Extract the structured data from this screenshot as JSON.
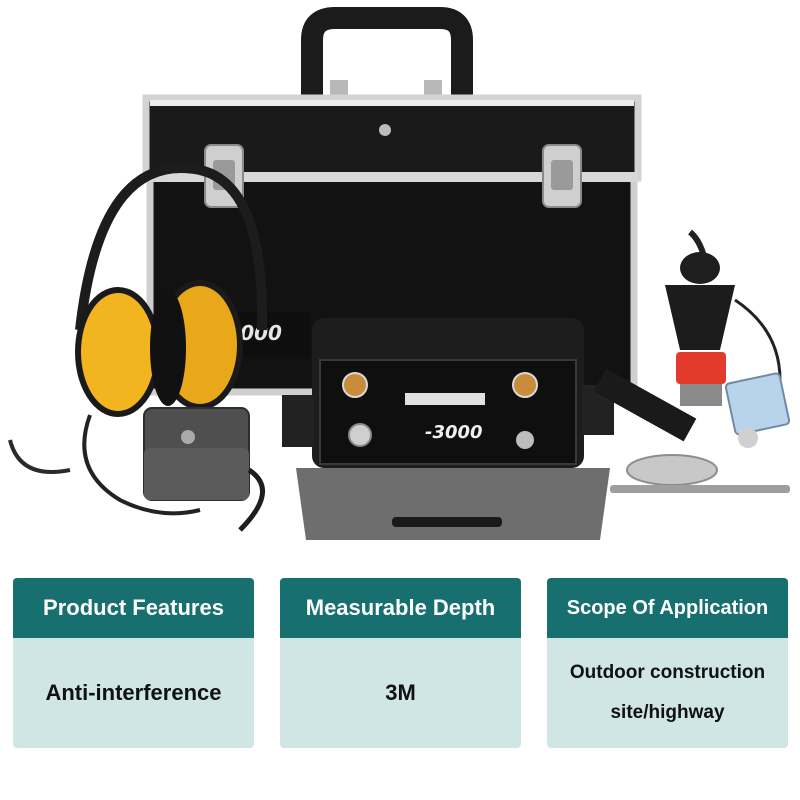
{
  "product": {
    "model_label": "-3000",
    "panel_model_label": "-3000"
  },
  "cards": [
    {
      "header": "Product Features",
      "body": "Anti-interference"
    },
    {
      "header": "Measurable Depth",
      "body": "3M"
    },
    {
      "header": "Scope Of Application",
      "body_lines": [
        "Outdoor construction",
        "site/highway"
      ]
    }
  ],
  "colors": {
    "header_bg": "#17706f",
    "body_bg": "#cfe6e5",
    "headphone_yellow": "#f2b41f"
  }
}
